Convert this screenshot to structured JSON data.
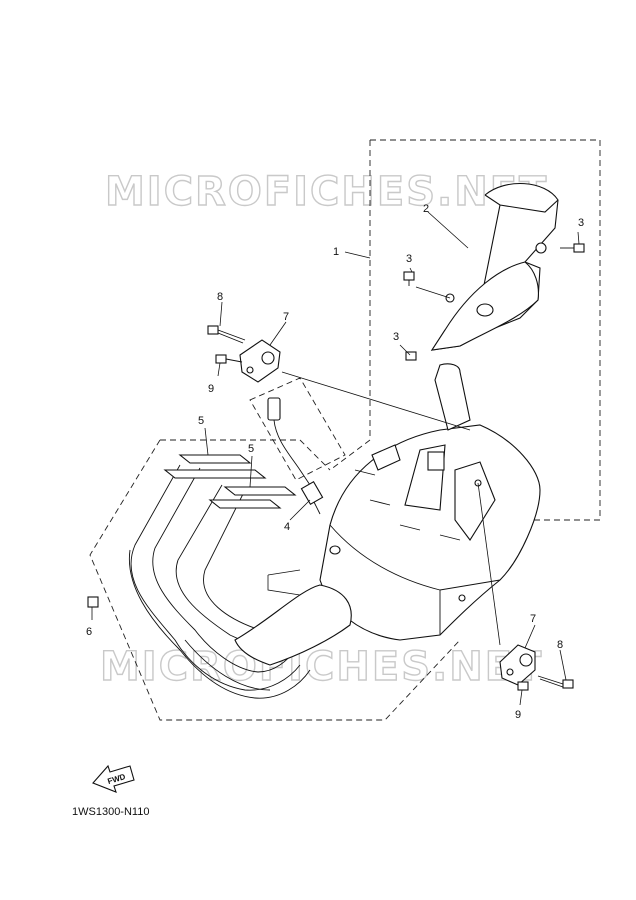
{
  "watermark": {
    "text_top": "MICROFICHES.NET",
    "text_bottom": "MICROFICHES.NET",
    "color": "#c9c9c9"
  },
  "callouts": {
    "c1": "1",
    "c2": "2",
    "c3a": "3",
    "c3b": "3",
    "c3c": "3",
    "c4": "4",
    "c5a": "5",
    "c5b": "5",
    "c6": "6",
    "c7a": "7",
    "c7b": "7",
    "c8a": "8",
    "c8b": "8",
    "c9a": "9",
    "c9b": "9"
  },
  "fwd_label": "FWD",
  "diagram_code": "1WS1300-N110",
  "colors": {
    "line": "#111111",
    "background": "#ffffff"
  }
}
